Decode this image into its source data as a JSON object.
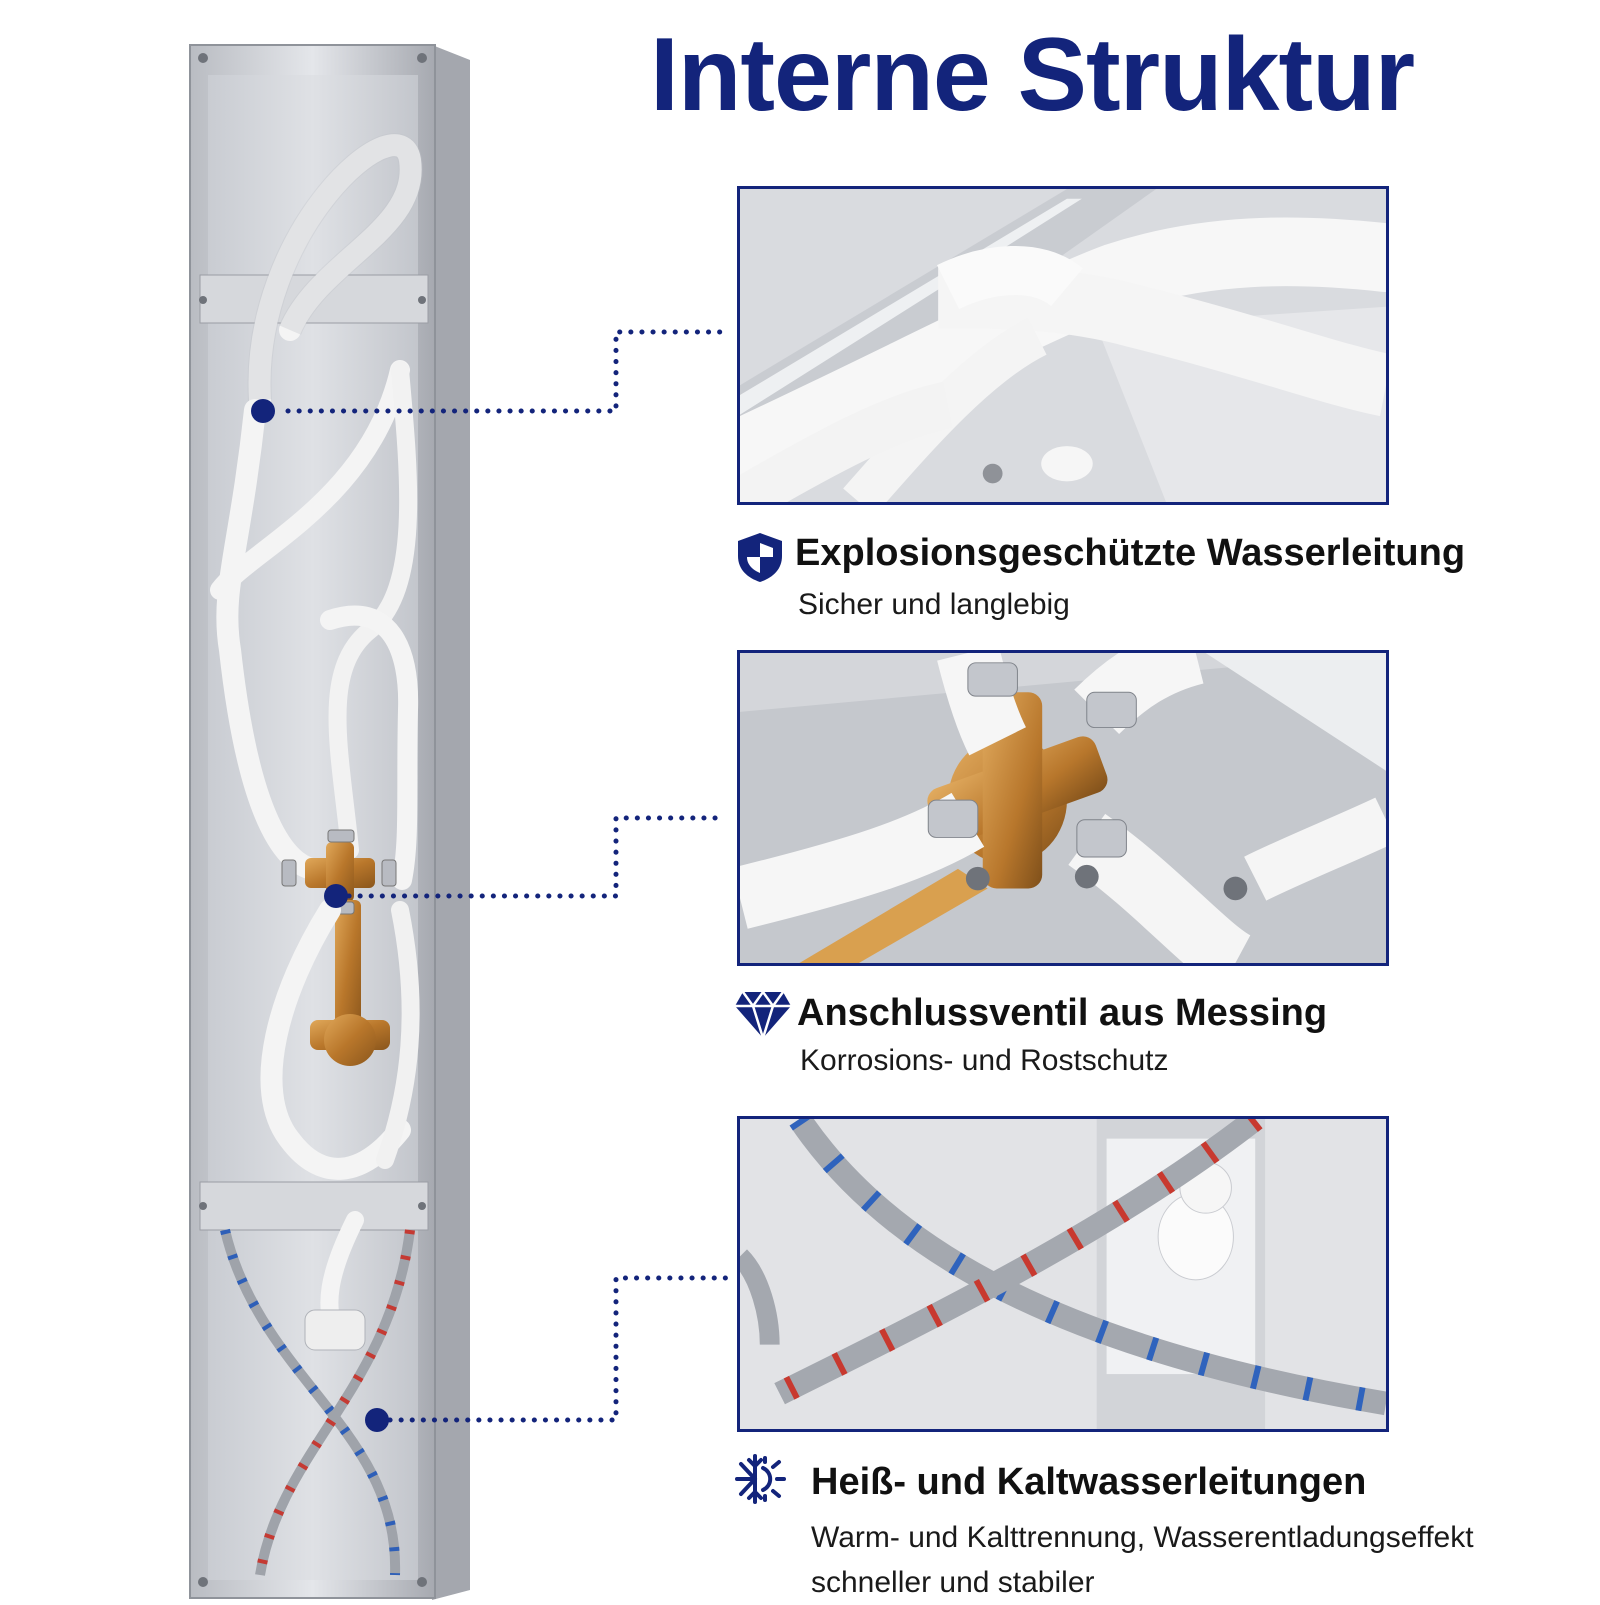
{
  "title": "Interne Struktur",
  "accent_color": "#13247b",
  "features": [
    {
      "icon": "shield-icon",
      "title": "Explosionsgeschützte Wasserleitung",
      "subtitle": "Sicher und langlebig"
    },
    {
      "icon": "diamond-icon",
      "title": "Anschlussventil aus Messing",
      "subtitle": "Korrosions- und Rostschutz"
    },
    {
      "icon": "snowflake-sun-icon",
      "title": "Heiß- und Kaltwasserleitungen",
      "subtitle_line1": "Warm- und Kalttrennung, Wasserentladungseffekt",
      "subtitle_line2": "schneller und stabiler"
    }
  ]
}
